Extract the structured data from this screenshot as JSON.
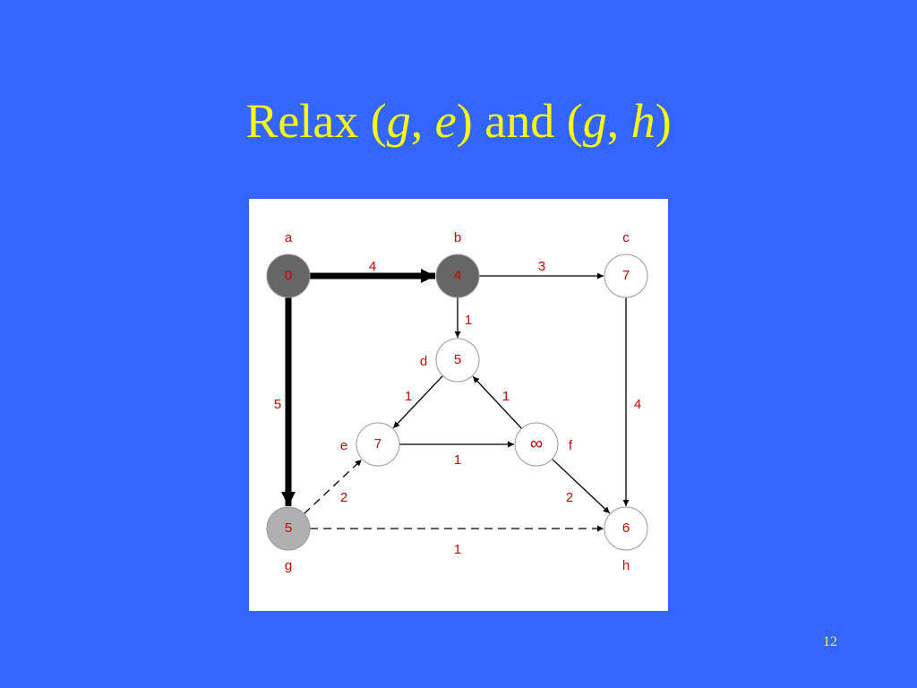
{
  "slide": {
    "title_parts": [
      "Relax (",
      "g",
      ", ",
      "e",
      ") and (",
      "g",
      ", ",
      "h",
      ")"
    ],
    "page_number": "12"
  },
  "colors": {
    "background": "#3366ff",
    "title": "#ffff00",
    "visited_node": "#666666",
    "current_node": "#b0b0b0",
    "unvisited_node": "#ffffff",
    "value_text": "#cc0000",
    "label_text": "#cc0000"
  },
  "graph": {
    "nodes": [
      {
        "id": "a",
        "label": "a",
        "value": "0",
        "state": "visited"
      },
      {
        "id": "b",
        "label": "b",
        "value": "4",
        "state": "visited"
      },
      {
        "id": "c",
        "label": "c",
        "value": "7",
        "state": "unvisited"
      },
      {
        "id": "d",
        "label": "d",
        "value": "5",
        "state": "unvisited"
      },
      {
        "id": "e",
        "label": "e",
        "value": "7",
        "state": "unvisited"
      },
      {
        "id": "f",
        "label": "f",
        "value": "∞",
        "state": "unvisited"
      },
      {
        "id": "g",
        "label": "g",
        "value": "5",
        "state": "current"
      },
      {
        "id": "h",
        "label": "h",
        "value": "6",
        "state": "unvisited"
      }
    ],
    "edges": [
      {
        "from": "a",
        "to": "b",
        "weight": "4",
        "style": "tree"
      },
      {
        "from": "b",
        "to": "c",
        "weight": "3",
        "style": "normal"
      },
      {
        "from": "b",
        "to": "d",
        "weight": "1",
        "style": "normal"
      },
      {
        "from": "a",
        "to": "g",
        "weight": "5",
        "style": "tree"
      },
      {
        "from": "c",
        "to": "h",
        "weight": "4",
        "style": "normal"
      },
      {
        "from": "d",
        "to": "e",
        "weight": "1",
        "style": "normal"
      },
      {
        "from": "f",
        "to": "d",
        "weight": "1",
        "style": "normal"
      },
      {
        "from": "e",
        "to": "f",
        "weight": "1",
        "style": "normal"
      },
      {
        "from": "f",
        "to": "h",
        "weight": "2",
        "style": "normal"
      },
      {
        "from": "g",
        "to": "e",
        "weight": "2",
        "style": "relaxing"
      },
      {
        "from": "g",
        "to": "h",
        "weight": "1",
        "style": "relaxing"
      }
    ]
  }
}
